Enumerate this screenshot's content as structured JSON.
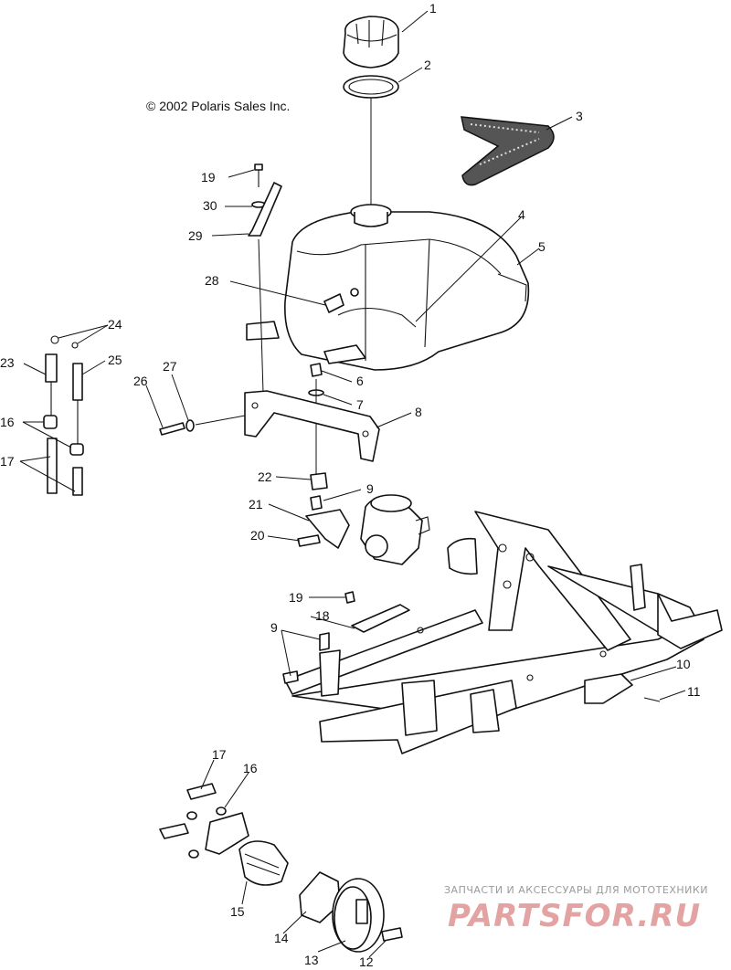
{
  "copyright": "© 2002 Polaris Sales Inc.",
  "watermark": {
    "line1": "ЗАПЧАСТИ И АКСЕССУАРЫ ДЛЯ МОТОТЕХНИКИ",
    "line2": "PARTSFOR.RU"
  },
  "callouts": {
    "c1": "1",
    "c2": "2",
    "c3": "3",
    "c4": "4",
    "c5": "5",
    "c6": "6",
    "c7": "7",
    "c8": "8",
    "c9a": "9",
    "c9b": "9",
    "c10": "10",
    "c11": "11",
    "c12": "12",
    "c13": "13",
    "c14": "14",
    "c15": "15",
    "c16a": "16",
    "c16b": "16",
    "c17a": "17",
    "c17b": "17",
    "c18": "18",
    "c19a": "19",
    "c19b": "19",
    "c20": "20",
    "c21": "21",
    "c22": "22",
    "c23": "23",
    "c24": "24",
    "c25": "25",
    "c26": "26",
    "c27": "27",
    "c28": "28",
    "c29": "29",
    "c30": "30"
  }
}
